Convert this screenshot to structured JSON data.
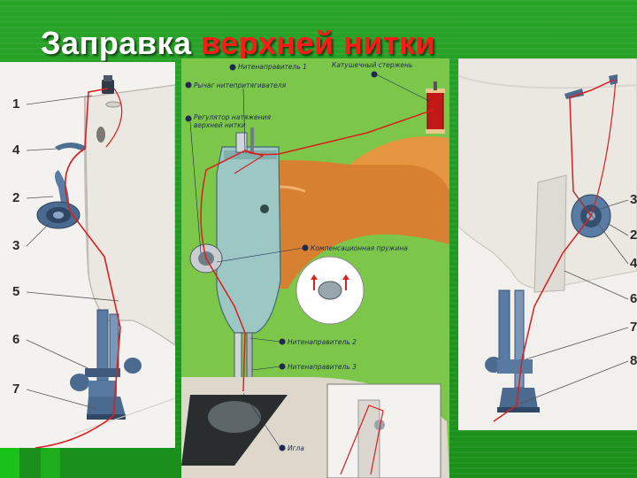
{
  "title": {
    "part1": "Заправка",
    "part2": "верхней нитки"
  },
  "colors": {
    "thread": "#d91f1f",
    "title_white": "#ffffff",
    "title_red": "#ff1a1a",
    "background_green": "#1e9a1e",
    "machine_orange": "#d88032"
  },
  "left_panel": {
    "numbers": [
      "1",
      "4",
      "2",
      "3",
      "5",
      "6",
      "7"
    ]
  },
  "middle_panel": {
    "labels": {
      "thread_guide_1": "Нитенаправитель 1",
      "spool_pin": "Катушечный стержень",
      "take_up_lever": "Рычаг нитепритягивателя",
      "tension_regulator": "Регулятор натяжения верхней нитки",
      "compensation_spring": "Компенсационная пружина",
      "thread_guide_2": "Нитенаправитель 2",
      "thread_guide_3": "Нитенаправитель 3",
      "needle": "Игла"
    }
  },
  "right_panel": {
    "numbers": [
      "3",
      "2",
      "4",
      "6",
      "7",
      "8"
    ]
  }
}
